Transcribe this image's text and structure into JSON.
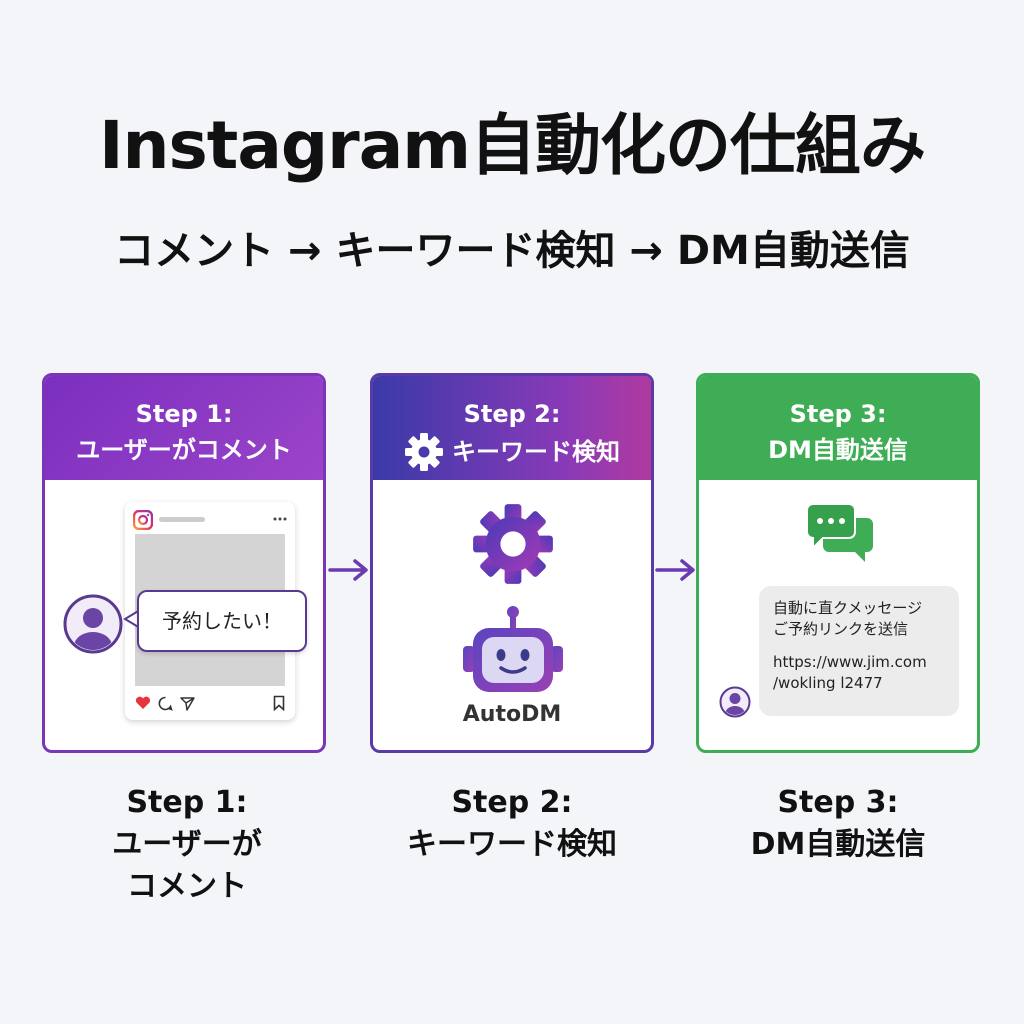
{
  "header": {
    "title": "Instagram自動化の仕組み",
    "subtitle": "コメント → キーワード検知 → DM自動送信"
  },
  "steps": [
    {
      "head_line1": "Step 1:",
      "head_line2": "ユーザーがコメント",
      "comment_text": "予約したい！",
      "caption_lines": [
        "Step 1:",
        "ユーザーが",
        "コメント"
      ]
    },
    {
      "head_line1": "Step 2:",
      "head_line2": "キーワード検知",
      "bot_label": "AutoDM",
      "caption_lines": [
        "Step 2:",
        "キーワード検知"
      ]
    },
    {
      "head_line1": "Step 3:",
      "head_line2": "DM自動送信",
      "message_line1": "自動に直クメッセージ",
      "message_line2": "ご予約リンクを送信",
      "message_link1": "https://www.jim.com",
      "message_link2": "/wokling l2477",
      "caption_lines": [
        "Step 3:",
        "DM自動送信"
      ]
    }
  ],
  "colors": {
    "step1": "#7b2fbe",
    "step2": "#6a3ab0",
    "step3": "#3fad55",
    "background": "#f3f5f8"
  },
  "icons": [
    "instagram-icon",
    "more-dots-icon",
    "user-avatar-icon",
    "heart-icon",
    "comment-icon",
    "send-icon",
    "bookmark-icon",
    "gear-icon",
    "robot-icon",
    "chat-bubbles-icon",
    "arrow-right-icon"
  ]
}
